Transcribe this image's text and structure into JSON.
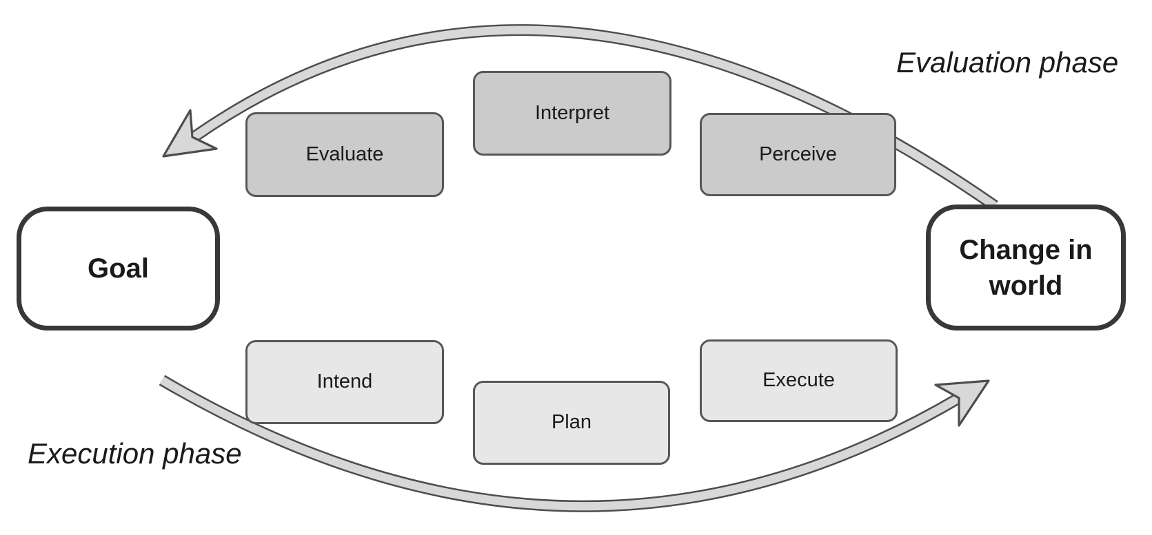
{
  "colors": {
    "background": "#ffffff",
    "stage_top_fill": "#cbcbcb",
    "stage_bottom_fill": "#e7e7e7",
    "stage_border": "#575757",
    "terminal_fill": "#ffffff",
    "terminal_border": "#383838",
    "arrow_fill": "#d8d8d8",
    "arrow_outline": "#4d4d4d",
    "text": "#1a1a1a"
  },
  "terminals": {
    "goal": "Goal",
    "change_in_world": "Change in world"
  },
  "evaluation": {
    "phase_label": "Evaluation phase",
    "stages": [
      "Evaluate",
      "Interpret",
      "Perceive"
    ]
  },
  "execution": {
    "phase_label": "Execution phase",
    "stages": [
      "Intend",
      "Plan",
      "Execute"
    ]
  }
}
